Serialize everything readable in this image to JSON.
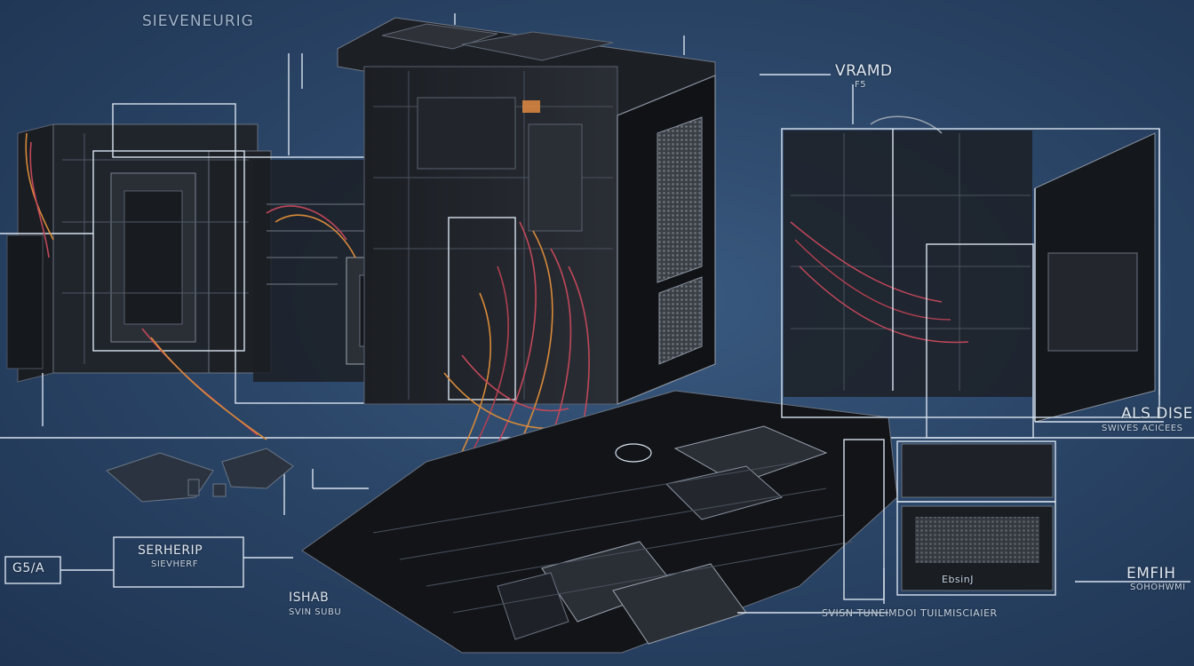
{
  "labels": {
    "top_left_title": "SIEVENEURIG",
    "vram": "VRAMD",
    "vram_sub": "F5",
    "right_label": "ALS DISE",
    "right_label_sub": "SWIVES ACICEES",
    "left_box_label": "G5/A",
    "center_box_label": "SERHERIP",
    "center_box_sub": "SIEVHERF",
    "bottom_left_label": "ISHAB",
    "bottom_left_sub": "SVIN SUBU",
    "bottom_center_label": "SVISN TUNEIMDOI TUILMISCIAIER",
    "right_panel_label": "EbsinJ",
    "bottom_right_label": "EMFIH",
    "bottom_right_sub": "SOHOHWMI"
  },
  "colors": {
    "background": "#2b4668",
    "line": "#d8e2ee",
    "hardware_dark": "#15181d",
    "cable_red": "#c0485a",
    "cable_orange": "#d88a3a",
    "accent_orange": "#e08a40"
  }
}
